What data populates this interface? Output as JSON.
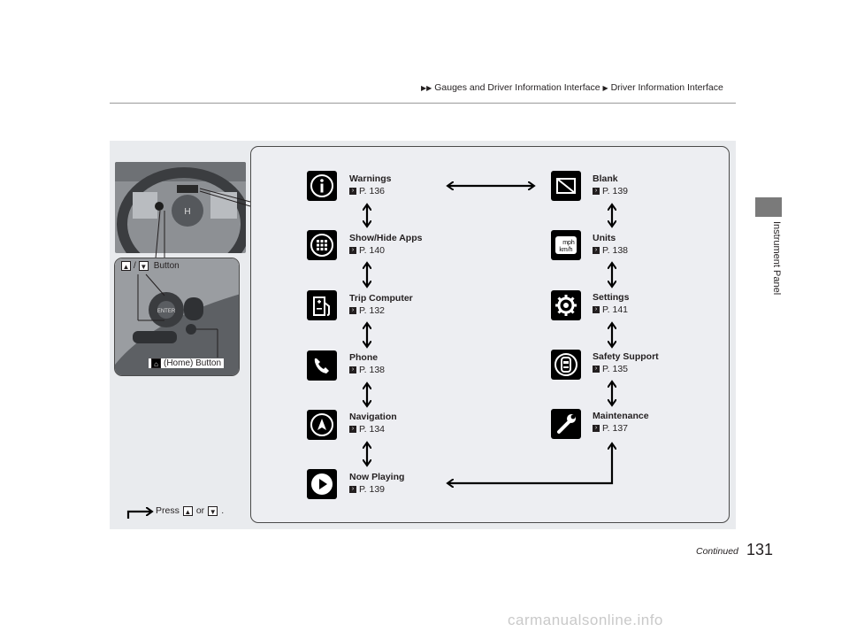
{
  "header": {
    "crumb1": "Gauges and Driver Information Interface",
    "crumb2": "Driver Information Interface"
  },
  "sidebar": {
    "section": "Instrument Panel"
  },
  "callout": {
    "button_label": "Button",
    "home_label": "(Home) Button",
    "knob_text": "ENTER"
  },
  "legend": {
    "press": "Press",
    "or": "or"
  },
  "items_left": [
    {
      "name": "Warnings",
      "page": "P. 136",
      "icon": "info-icon"
    },
    {
      "name": "Show/Hide Apps",
      "page": "P. 140",
      "icon": "apps-grid-icon"
    },
    {
      "name": "Trip Computer",
      "page": "P. 132",
      "icon": "fuel-pump-icon"
    },
    {
      "name": "Phone",
      "page": "P. 138",
      "icon": "phone-icon"
    },
    {
      "name": "Navigation",
      "page": "P. 134",
      "icon": "navigation-arrow-icon"
    },
    {
      "name": "Now Playing",
      "page": "P. 139",
      "icon": "play-icon"
    }
  ],
  "items_right": [
    {
      "name": "Blank",
      "page": "P. 139",
      "icon": "blank-screen-icon"
    },
    {
      "name": "Units",
      "page": "P. 138",
      "icon": "units-icon",
      "unit_top": "mph",
      "unit_bottom": "km/h"
    },
    {
      "name": "Settings",
      "page": "P. 141",
      "icon": "gear-icon"
    },
    {
      "name": "Safety Support",
      "page": "P. 135",
      "icon": "safety-car-icon"
    },
    {
      "name": "Maintenance",
      "page": "P. 137",
      "icon": "wrench-icon"
    }
  ],
  "footer": {
    "continued": "Continued",
    "page_number": "131",
    "watermark": "carmanualsonline.info"
  }
}
